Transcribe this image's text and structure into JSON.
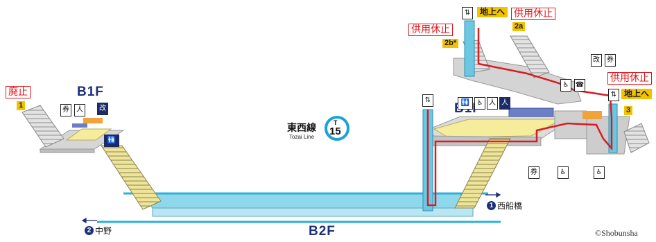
{
  "line": {
    "name_jp": "東西線",
    "name_en": "Tozai Line",
    "symbol_letter": "T",
    "station_number": "15",
    "color": "#1aa3d9"
  },
  "floors": {
    "b1f_west": "B1F",
    "b1f_east": "B1F",
    "b2f": "B2F"
  },
  "exits": {
    "exit1_number": "1",
    "exit1_status": "廃止",
    "exit2a_number": "2a",
    "exit2a_status": "供用休止",
    "exit2b_number": "2b*",
    "exit2b_status": "供用休止",
    "exit3_number": "3",
    "exit3_status": "供用休止",
    "to_ground": "地上へ"
  },
  "directions": {
    "east_number": "1",
    "east_label": "西船橋",
    "west_number": "2",
    "west_label": "中野"
  },
  "icons": {
    "toilet": "🚻",
    "wheelchair": "♿",
    "elevator": "⇅",
    "ticket": "券",
    "phone": "☎",
    "gate": "改",
    "person": "人"
  },
  "colors": {
    "platform": "#8fd8ec",
    "concourse": "#f5ec9c",
    "passage": "#cfcfcf",
    "route": "#d81c23",
    "accent_yellow": "#f2c200",
    "floor_text": "#1d2f7a"
  },
  "credit": "©Shobunsha"
}
